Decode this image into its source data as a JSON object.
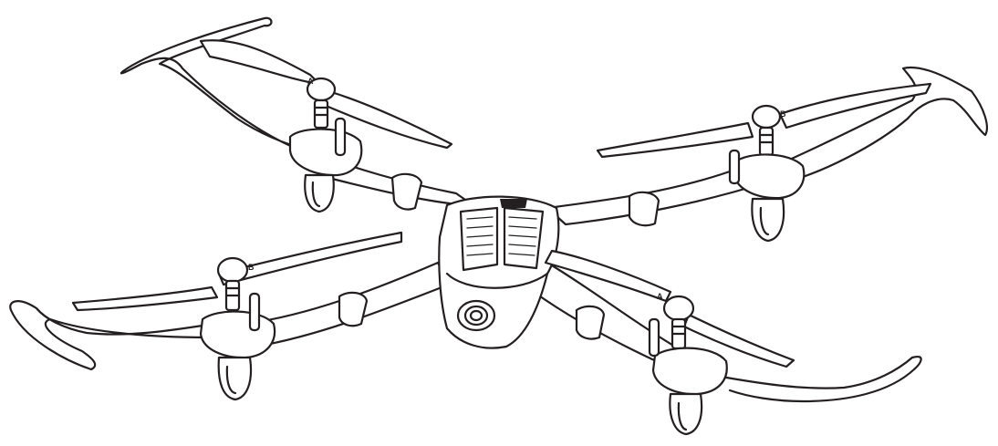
{
  "colors": {
    "line": "#231f20",
    "background": "#ffffff"
  },
  "propellers": [
    {
      "position": "rear-left",
      "blade_label": "A"
    },
    {
      "position": "rear-right",
      "blade_label": "B"
    },
    {
      "position": "front-left",
      "blade_label": "B"
    },
    {
      "position": "front-right",
      "blade_label": "A"
    }
  ]
}
